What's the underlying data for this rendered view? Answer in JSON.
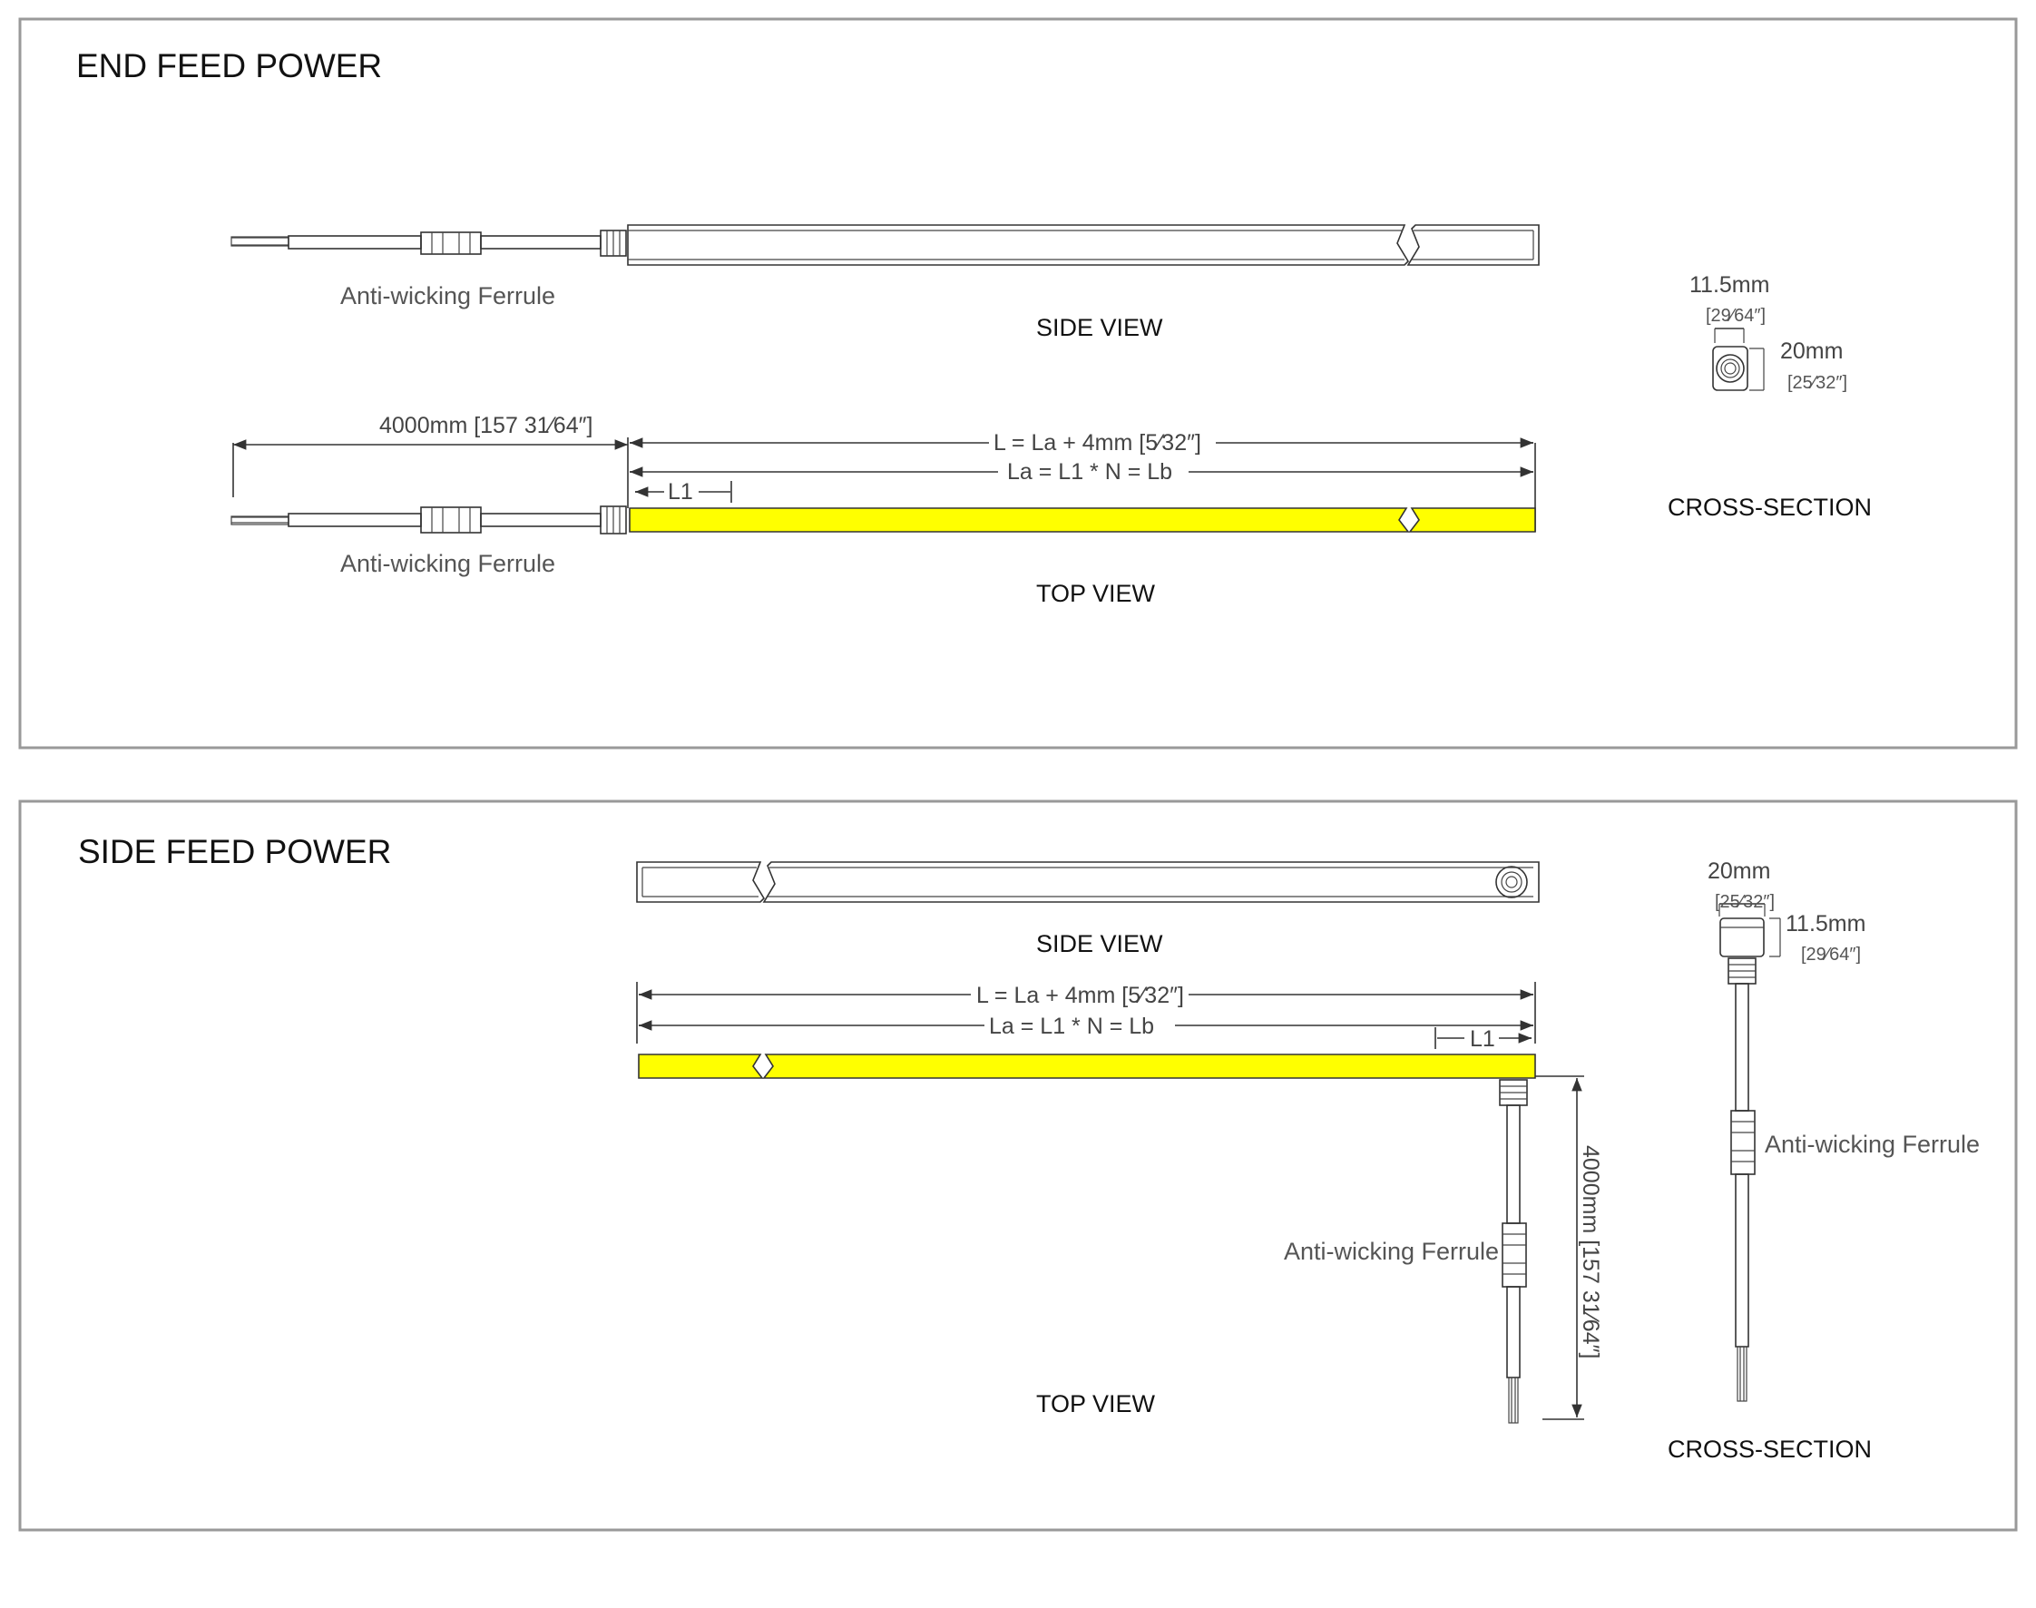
{
  "panels": {
    "end_feed": {
      "title": "END FEED POWER",
      "side_view_label": "SIDE VIEW",
      "top_view_label": "TOP VIEW",
      "cross_section_label": "CROSS-SECTION",
      "ferrule_label_side": "Anti-wicking Ferrule",
      "ferrule_label_top": "Anti-wicking Ferrule",
      "lead_length": "4000mm [157 31⁄64″]",
      "total_length": "L = La + 4mm [5⁄32″]",
      "active_length": "La = L1 * N = Lb",
      "segment": "L1",
      "cs_width": "11.5mm",
      "cs_width_in": "[29⁄64″]",
      "cs_height": "20mm",
      "cs_height_in": "[25⁄32″]"
    },
    "side_feed": {
      "title": "SIDE FEED POWER",
      "side_view_label": "SIDE VIEW",
      "top_view_label": "TOP VIEW",
      "cross_section_label": "CROSS-SECTION",
      "ferrule_label_top": "Anti-wicking Ferrule",
      "ferrule_label_cs": "Anti-wicking Ferrule",
      "lead_length": "4000mm [157 31⁄64″]",
      "total_length": "L = La + 4mm [5⁄32″]",
      "active_length": "La = L1 * N = Lb",
      "segment": "L1",
      "cs_width": "20mm",
      "cs_width_in": "[25⁄32″]",
      "cs_height": "11.5mm",
      "cs_height_in": "[29⁄64″]"
    }
  },
  "colors": {
    "led_fill": "#ffff00",
    "line": "#333333",
    "panel_border": "#999999"
  }
}
